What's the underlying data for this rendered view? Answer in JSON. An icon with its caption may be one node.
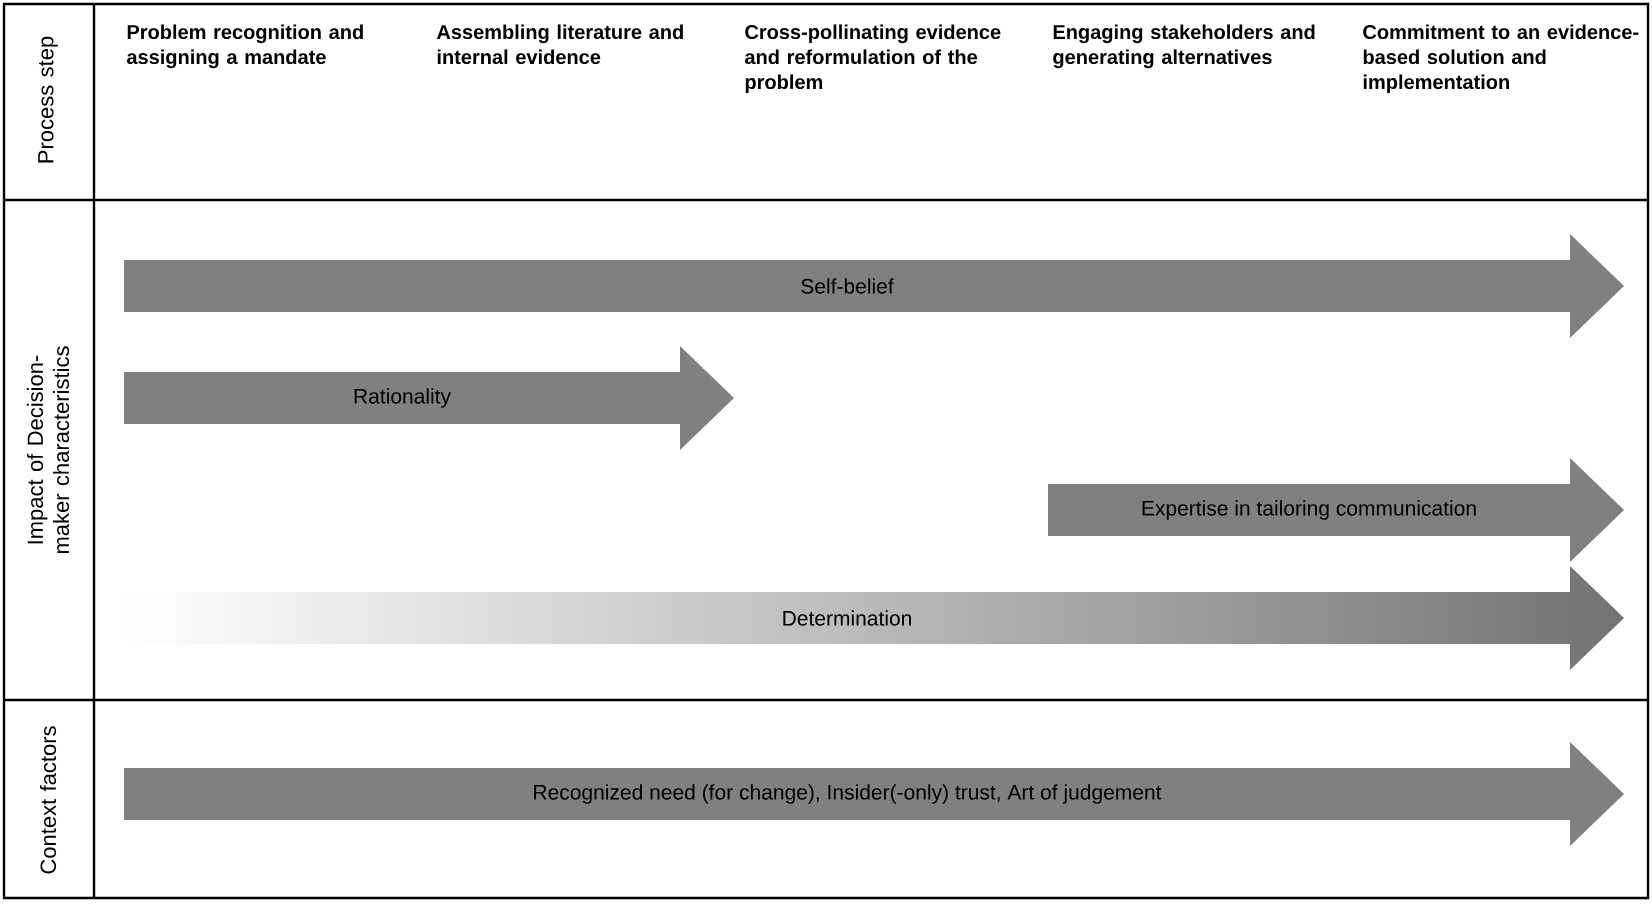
{
  "diagram": {
    "nodes": [
      {
        "text": [
          "Self-belief"
        ]
      },
      {
        "text": [
          "Rationality"
        ]
      },
      {
        "text": [
          "Expertise in tailoring communication"
        ]
      },
      {
        "text": [
          "Determination"
        ]
      },
      {
        "text": [
          "Recognized need (for change), Insider(-only) trust, Art of judgement"
        ]
      }
    ],
    "edges": [],
    "labels": [
      "Process step",
      "Problem recognition and assigning a mandate",
      "Assembling literature and internal evidence",
      "Cross-pollinating evidence and reformulation of the problem",
      "Engaging stakeholders and generating alternatives",
      "Commitment to an evidence-based solution and implementation",
      "Impact of Decision-maker characteristics",
      "Context factors"
    ]
  }
}
